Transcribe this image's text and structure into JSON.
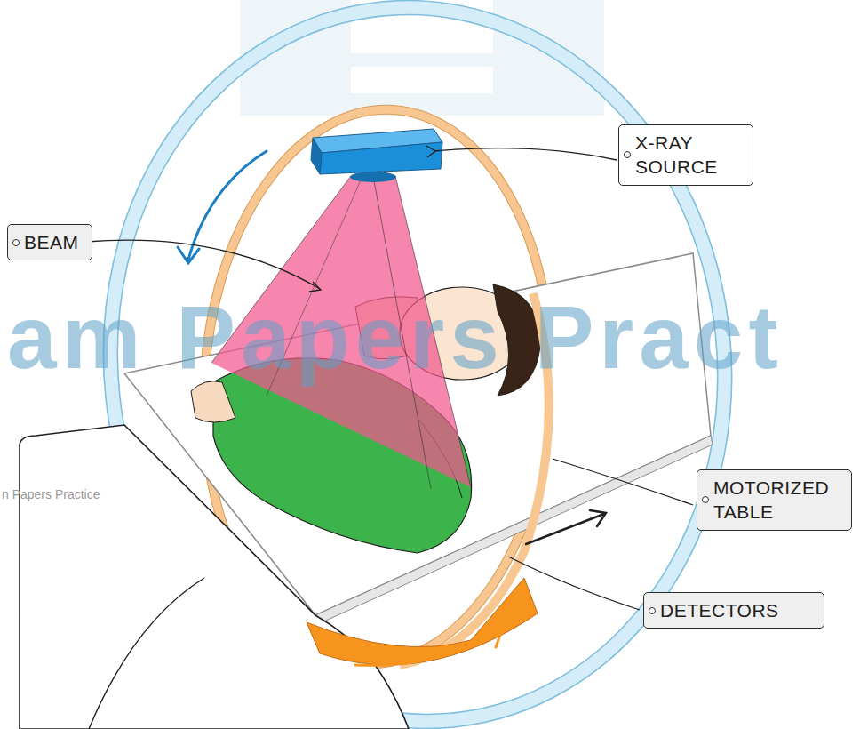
{
  "diagram": {
    "nodes": [
      {
        "text": [
          "X-RAY SOURCE"
        ]
      },
      {
        "text": [
          "BEAM"
        ]
      },
      {
        "text": [
          "MOTORIZED TABLE"
        ]
      },
      {
        "text": [
          "DETECTORS"
        ]
      }
    ],
    "labels": [
      "am Papers Pract",
      "n Papers Practice"
    ]
  }
}
